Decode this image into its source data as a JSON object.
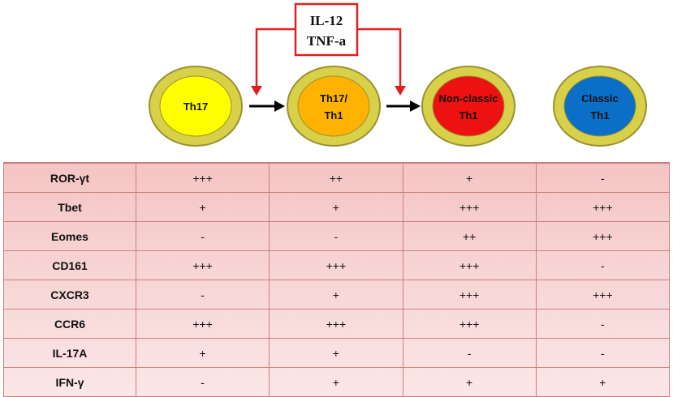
{
  "cytokine_box": {
    "line1": "IL-12",
    "line2": "TNF-a"
  },
  "cells": [
    {
      "line1": "Th17",
      "line2": "",
      "fill": "#ffff00"
    },
    {
      "line1": "Th17/",
      "line2": "Th1",
      "fill": "#ffb300"
    },
    {
      "line1": "Non-classic",
      "line2": "Th1",
      "fill": "#ee1111"
    },
    {
      "line1": "Classic",
      "line2": "Th1",
      "fill": "#0b6fc7"
    }
  ],
  "colors": {
    "cell_ring": "#d8d048",
    "cell_ring_border": "#9a9230",
    "arrow_red": "#e02020",
    "arrow_black": "#000000",
    "table_border": "#c97f7f"
  },
  "table": {
    "rows": [
      {
        "marker": "ROR-γt",
        "values": [
          "+++",
          "++",
          "+",
          "-"
        ]
      },
      {
        "marker": "Tbet",
        "values": [
          "+",
          "+",
          "+++",
          "+++"
        ]
      },
      {
        "marker": "Eomes",
        "values": [
          "-",
          "-",
          "++",
          "+++"
        ]
      },
      {
        "marker": "CD161",
        "values": [
          "+++",
          "+++",
          "+++",
          "-"
        ]
      },
      {
        "marker": "CXCR3",
        "values": [
          "-",
          "+",
          "+++",
          "+++"
        ]
      },
      {
        "marker": "CCR6",
        "values": [
          "+++",
          "+++",
          "+++",
          "-"
        ]
      },
      {
        "marker": "IL-17A",
        "values": [
          "+",
          "+",
          "-",
          "-"
        ]
      },
      {
        "marker": "IFN-γ",
        "values": [
          "-",
          "+",
          "+",
          "+"
        ]
      }
    ]
  }
}
